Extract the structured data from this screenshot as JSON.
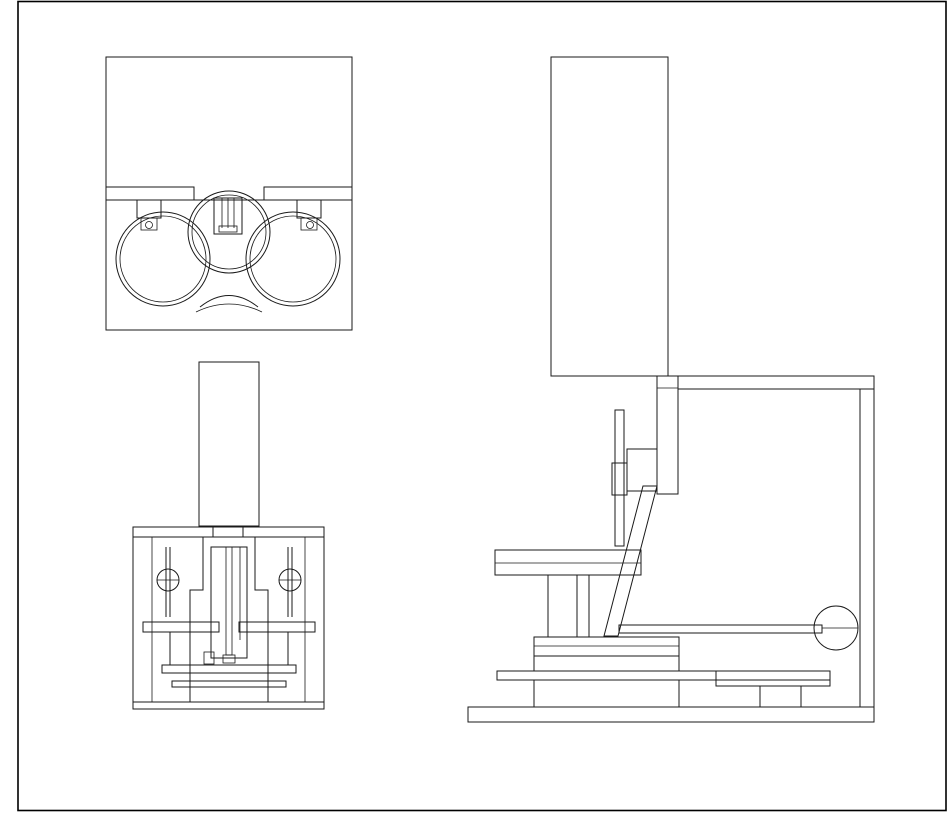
{
  "drawing": {
    "frame_color": "#000000",
    "line_color": "#1a1a1a",
    "background": "#ffffff",
    "views": [
      "top-view",
      "front-view",
      "side-view"
    ]
  }
}
